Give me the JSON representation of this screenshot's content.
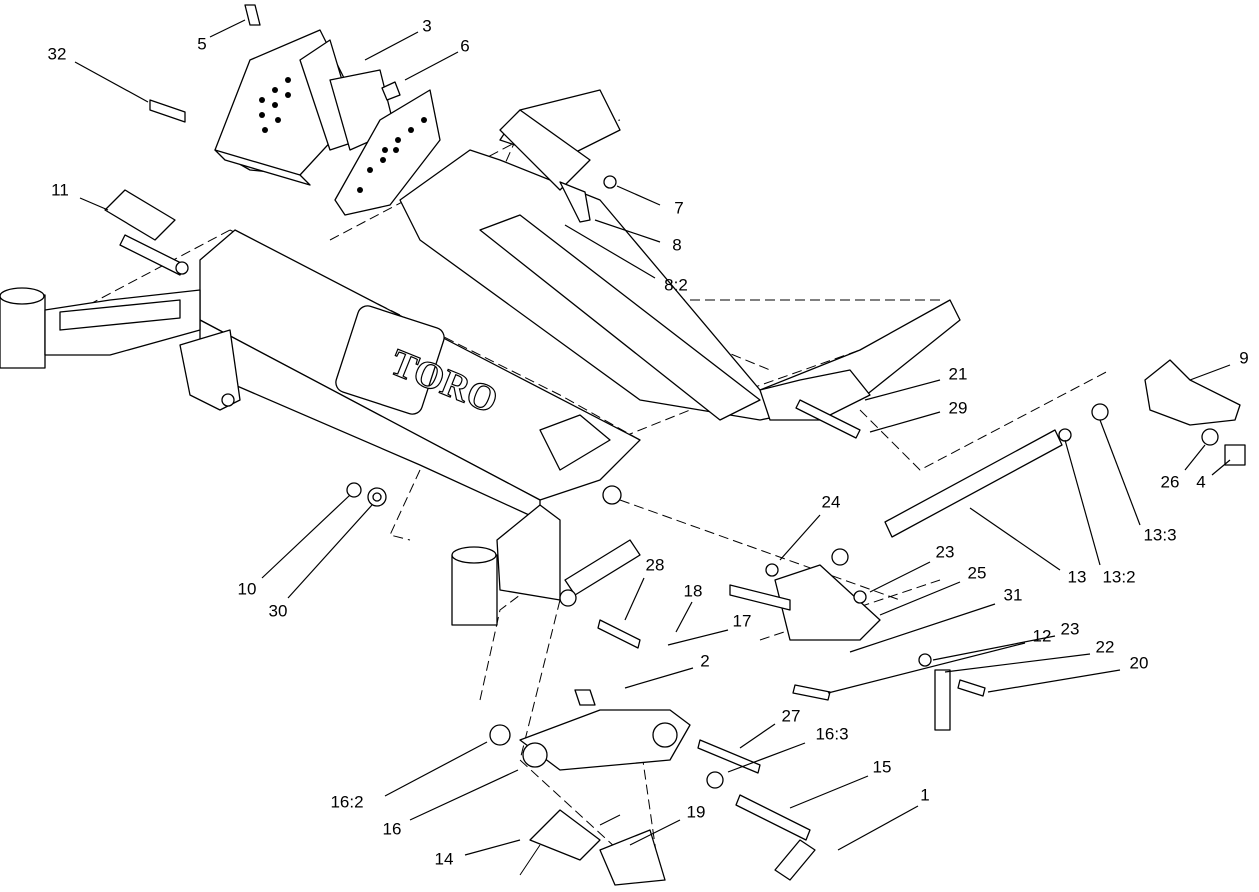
{
  "diagram": {
    "logo_text": "TORO",
    "callouts": [
      "5",
      "3",
      "6",
      "32",
      "7",
      "8",
      "8:2",
      "11",
      "9",
      "21",
      "29",
      "26",
      "4",
      "13:3",
      "13:2",
      "13",
      "24",
      "23",
      "25",
      "31",
      "12",
      "23",
      "22",
      "20",
      "10",
      "30",
      "28",
      "18",
      "17",
      "2",
      "27",
      "16:3",
      "16:2",
      "16",
      "15",
      "1",
      "14",
      "19"
    ]
  }
}
